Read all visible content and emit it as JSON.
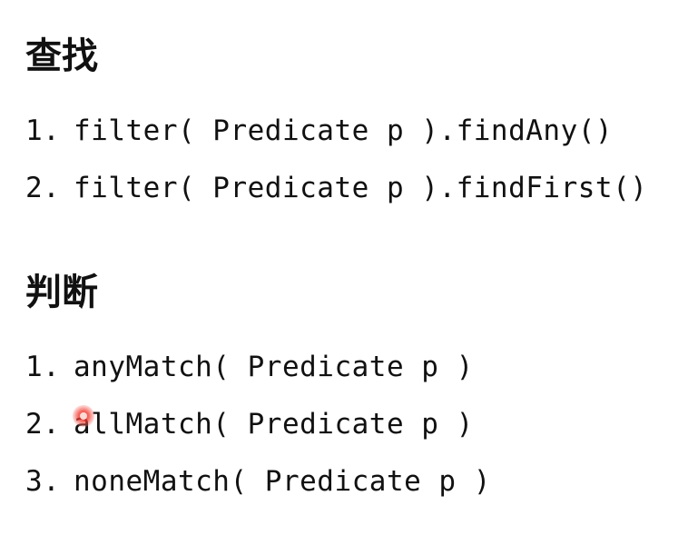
{
  "sections": {
    "find": {
      "title": "查找",
      "items": [
        {
          "num": "1.",
          "text": "filter( Predicate p ).findAny()"
        },
        {
          "num": "2.",
          "text": "filter( Predicate p ).findFirst()"
        }
      ]
    },
    "judge": {
      "title": "判断",
      "items": [
        {
          "num": "1.",
          "text": "anyMatch( Predicate p )"
        },
        {
          "num": "2.",
          "text": "allMatch( Predicate p )"
        },
        {
          "num": "3.",
          "text": "noneMatch( Predicate p )"
        }
      ]
    }
  },
  "colors": {
    "text": "#111111",
    "background": "#ffffff",
    "cursor_highlight": "#e6281e"
  }
}
